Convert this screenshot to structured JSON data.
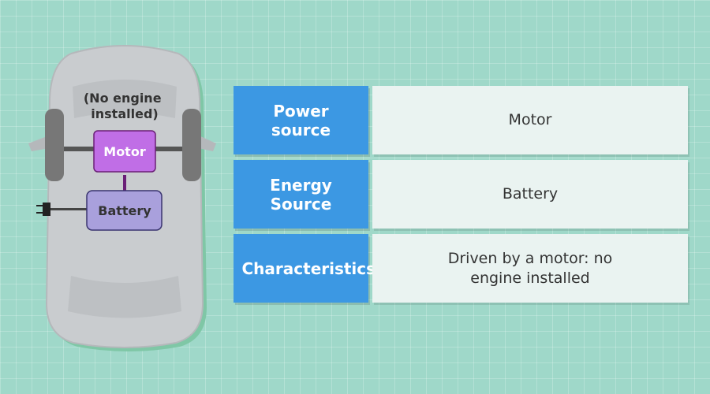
{
  "car": {
    "note": "(No engine installed)",
    "motor_label": "Motor",
    "battery_label": "Battery"
  },
  "table": {
    "rows": [
      {
        "header": "Power source",
        "value": "Motor"
      },
      {
        "header": "Energy Source",
        "value": "Battery"
      },
      {
        "header": "Characteristics",
        "value": "Driven by a motor: no engine installed"
      }
    ]
  },
  "colors": {
    "background": "#9fd8c9",
    "header": "#3c98e3",
    "cell": "#eaf3f1",
    "motor": "#c06ee6",
    "battery": "#a9a0dc",
    "car_body": "#c9cccf"
  }
}
